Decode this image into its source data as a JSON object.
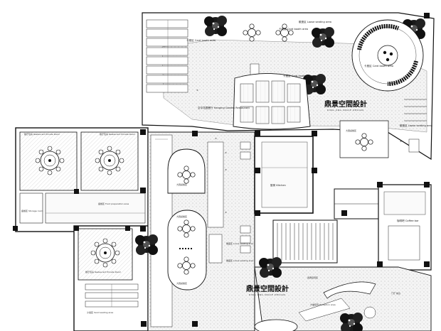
{
  "brand": {
    "name": "鼎景空間設計",
    "tagline": "DING JING SPACE DESIGN"
  },
  "rooms": {
    "card_booth_left": "卡座区 Card booth area",
    "card_booth_right": "卡座区 Card booth area",
    "card_booth_upper": "卡座区 Card booth area",
    "card_booth_center": "卡座区 Card booth area",
    "loose_seating_top": "散座区 Loose seating area",
    "loose_seating_right": "散座区 Loose seating area",
    "loose_seating_mid": "散座区 Loose seating area",
    "loose_seating_bottom": "散座区 Loose seating area",
    "restaurant_name": "空中花园餐厅 Hanging Garden Restaurant",
    "private_room_1": "餐厅包房 Restaurant Private Room",
    "private_room_2": "餐厅包房 Restaurant Private Room",
    "private_room_3": "餐厅包房 Restaurant Private Room",
    "storage": "备餐区 Storage room",
    "food_prep": "备餐区 Food preparation area",
    "banquet_1": "大圆桌餐区",
    "banquet_2": "大圆桌餐区",
    "banquet_3": "大圆桌餐区",
    "banquet_4": "大圆桌餐区",
    "kitchen": "厨房 Kitchen",
    "coffee_bar": "咖啡吧 Coffee bar",
    "entrance": "门厅 前台",
    "vip_seating": "贵宾接待区",
    "reception_area": "大堂接待 Reception area",
    "sand_seating": "沙发区 Sand seating area"
  },
  "level_markers": [
    "±",
    "±",
    "±",
    "±",
    "±",
    "±"
  ]
}
